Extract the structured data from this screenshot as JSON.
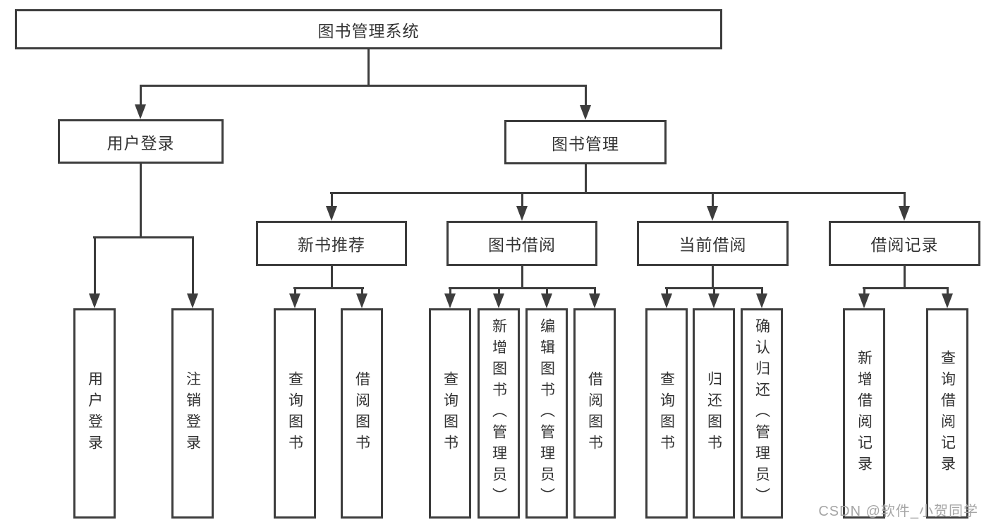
{
  "title": "图书管理系统",
  "watermark": "CSDN @软件_小贺同学",
  "colors": {
    "line": "#3d3d3d",
    "text": "#333333",
    "watermark_gray": "#a6a6a6",
    "background": "#ffffff"
  },
  "branches": {
    "user_login": {
      "label": "用户登录",
      "children": [
        "用户登录",
        "注销登录"
      ]
    },
    "book_management": {
      "label": "图书管理",
      "sections": [
        {
          "label": "新书推荐",
          "children": [
            "查询图书",
            "借阅图书"
          ]
        },
        {
          "label": "图书借阅",
          "children": [
            "查询图书",
            "新增图书（管理员）",
            "编辑图书（管理员）",
            "借阅图书"
          ]
        },
        {
          "label": "当前借阅",
          "children": [
            "查询图书",
            "归还图书",
            "确认归还（管理员）"
          ]
        },
        {
          "label": "借阅记录",
          "children": [
            "新增借阅记录",
            "查询借阅记录"
          ]
        }
      ]
    }
  }
}
